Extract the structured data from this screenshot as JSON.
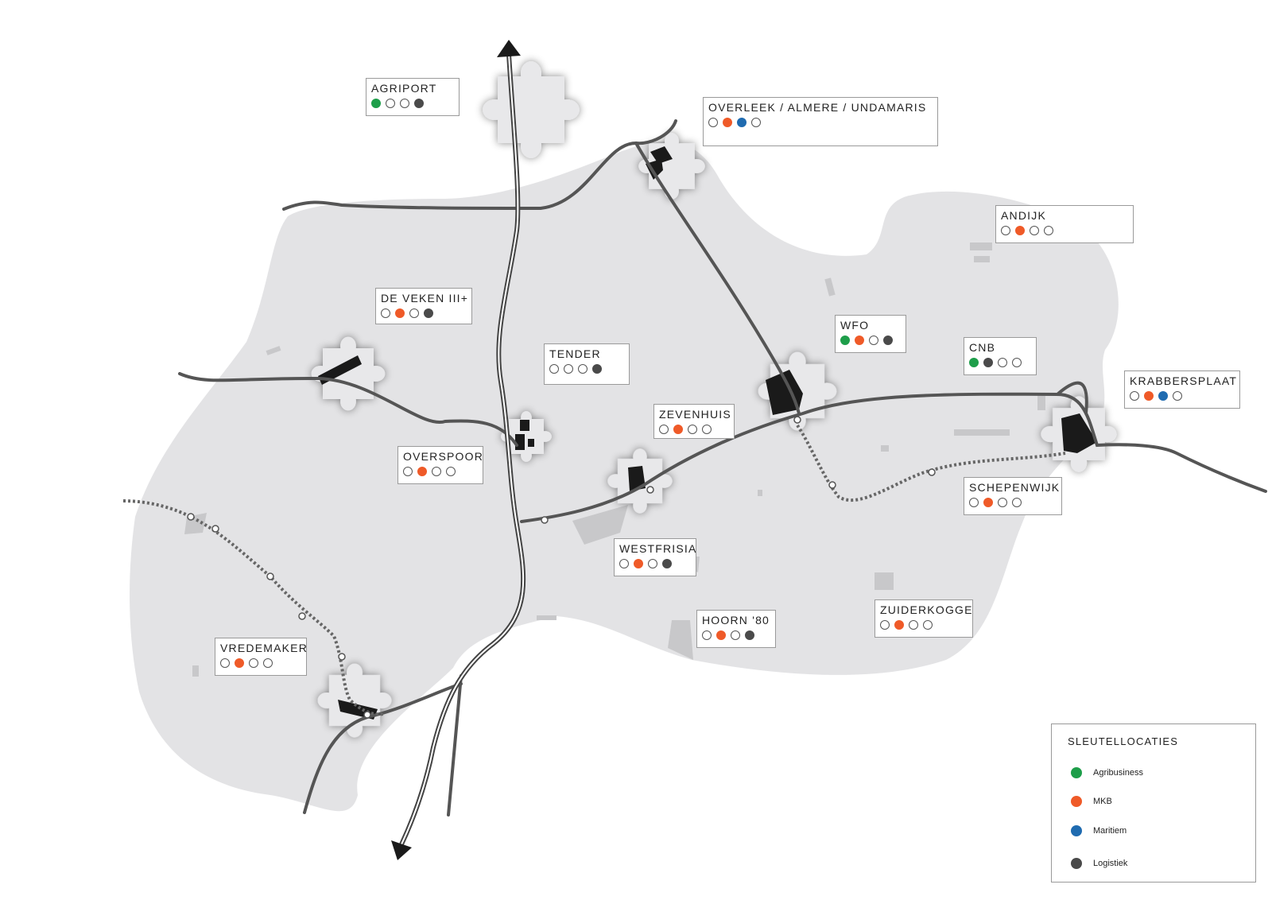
{
  "colors": {
    "agribusiness": "#1e9e4a",
    "mkb": "#ef5a28",
    "maritiem": "#1f6bb0",
    "logistiek": "#4a4a4a",
    "empty": "#ffffff",
    "region": "#e4e4e6",
    "road": "#555555"
  },
  "locations": [
    {
      "name": "AGRIPORT",
      "dots": [
        "agribusiness",
        "empty",
        "empty",
        "logistiek"
      ]
    },
    {
      "name": "OVERLEEK / ALMERE / UNDAMARIS",
      "dots": [
        "empty",
        "mkb",
        "maritiem",
        "empty"
      ]
    },
    {
      "name": "ANDIJK",
      "dots": [
        "empty",
        "mkb",
        "empty",
        "empty"
      ]
    },
    {
      "name": "DE VEKEN III+",
      "dots": [
        "empty",
        "mkb",
        "empty",
        "logistiek"
      ]
    },
    {
      "name": "WFO",
      "dots": [
        "agribusiness",
        "mkb",
        "empty",
        "logistiek"
      ]
    },
    {
      "name": "CNB",
      "dots": [
        "agribusiness",
        "logistiek",
        "empty",
        "empty"
      ]
    },
    {
      "name": "TENDER",
      "dots": [
        "empty",
        "empty",
        "empty",
        "logistiek"
      ]
    },
    {
      "name": "KRABBERSPLAAT",
      "dots": [
        "empty",
        "mkb",
        "maritiem",
        "empty"
      ]
    },
    {
      "name": "ZEVENHUIS",
      "dots": [
        "empty",
        "mkb",
        "empty",
        "empty"
      ]
    },
    {
      "name": "OVERSPOOR",
      "dots": [
        "empty",
        "mkb",
        "empty",
        "empty"
      ]
    },
    {
      "name": "SCHEPENWIJK",
      "dots": [
        "empty",
        "mkb",
        "empty",
        "empty"
      ]
    },
    {
      "name": "WESTFRISIA",
      "dots": [
        "empty",
        "mkb",
        "empty",
        "logistiek"
      ]
    },
    {
      "name": "HOORN '80",
      "dots": [
        "empty",
        "mkb",
        "empty",
        "logistiek"
      ]
    },
    {
      "name": "ZUIDERKOGGE",
      "dots": [
        "empty",
        "mkb",
        "empty",
        "empty"
      ]
    },
    {
      "name": "VREDEMAKER",
      "dots": [
        "empty",
        "mkb",
        "empty",
        "empty"
      ]
    }
  ],
  "legend": {
    "title": "SLEUTELLOCATIES",
    "items": [
      {
        "label": "Agribusiness",
        "color": "agribusiness"
      },
      {
        "label": "MKB",
        "color": "mkb"
      },
      {
        "label": "Maritiem",
        "color": "maritiem"
      },
      {
        "label": "Logistiek",
        "color": "logistiek"
      }
    ]
  }
}
